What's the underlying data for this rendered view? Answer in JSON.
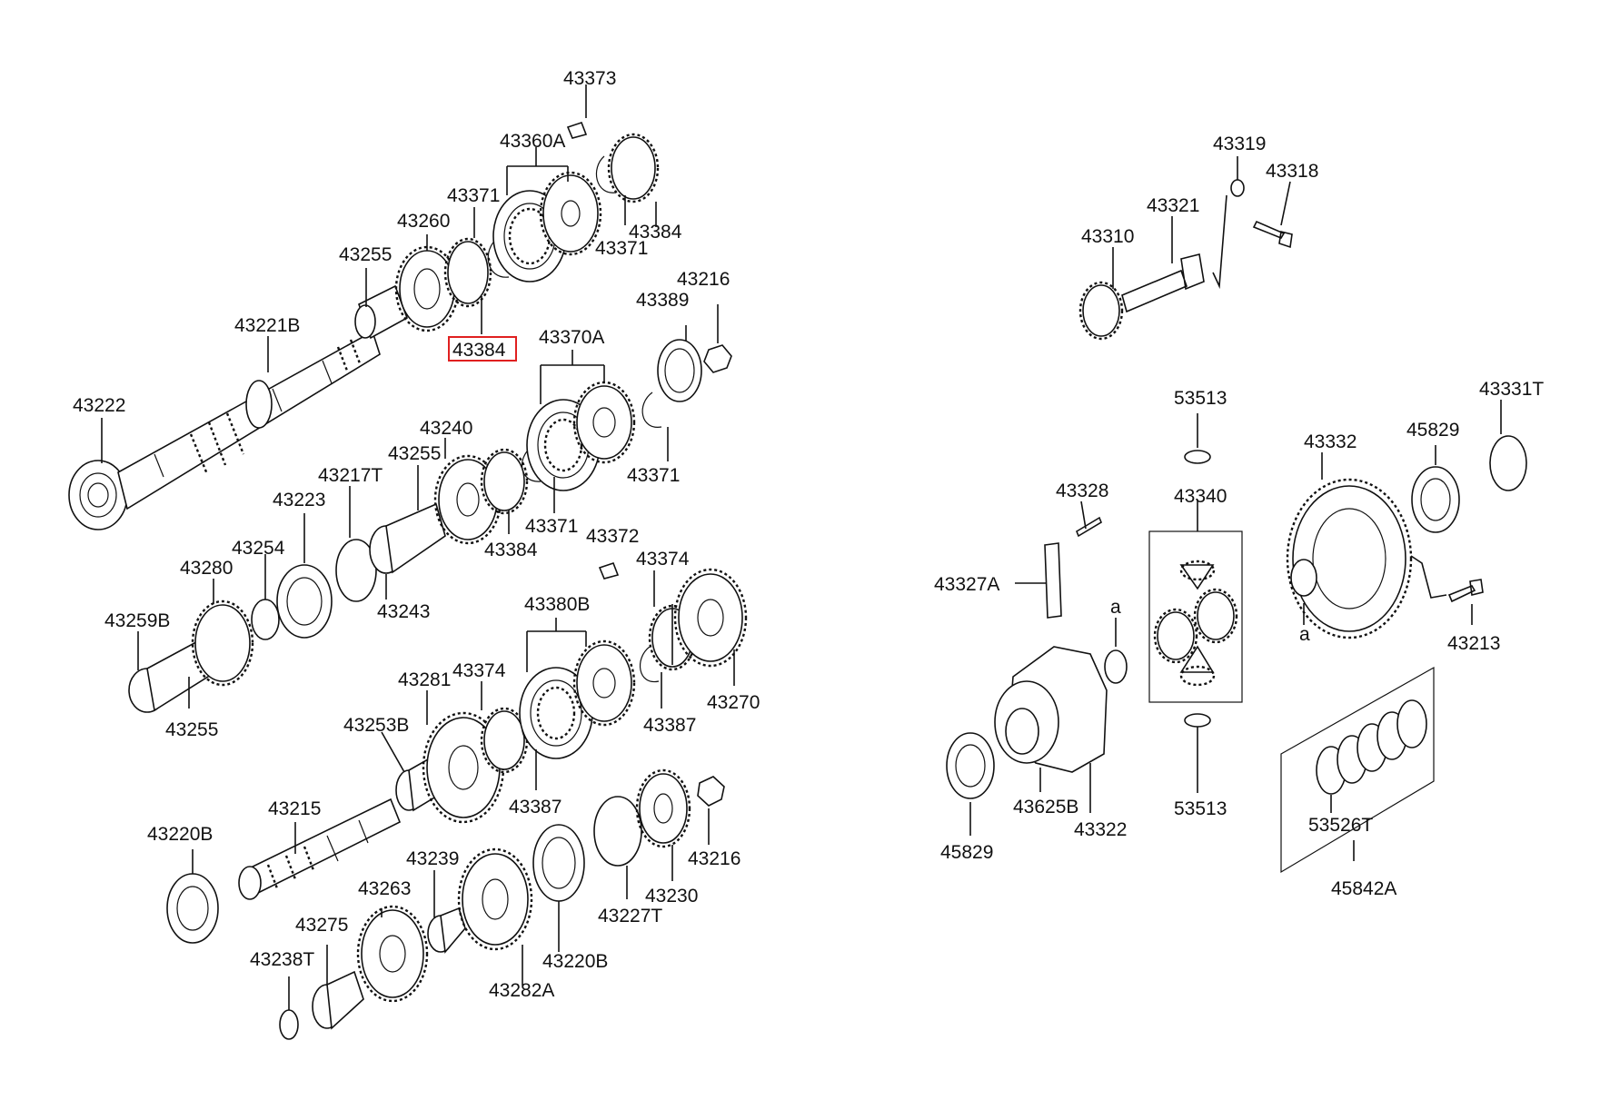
{
  "diagram": {
    "highlight_color": "#e02020",
    "labels": [
      {
        "id": "l43373",
        "text": "43373"
      },
      {
        "id": "l43360A",
        "text": "43360A"
      },
      {
        "id": "l43371a",
        "text": "43371"
      },
      {
        "id": "l43260",
        "text": "43260"
      },
      {
        "id": "l43384a",
        "text": "43384"
      },
      {
        "id": "l43371b",
        "text": "43371"
      },
      {
        "id": "l43255a",
        "text": "43255"
      },
      {
        "id": "l43384sel",
        "text": "43384"
      },
      {
        "id": "l43221B",
        "text": "43221B"
      },
      {
        "id": "l43222",
        "text": "43222"
      },
      {
        "id": "l43216a",
        "text": "43216"
      },
      {
        "id": "l43389",
        "text": "43389"
      },
      {
        "id": "l43370A",
        "text": "43370A"
      },
      {
        "id": "l43240",
        "text": "43240"
      },
      {
        "id": "l43255b",
        "text": "43255"
      },
      {
        "id": "l43217T",
        "text": "43217T"
      },
      {
        "id": "l43223",
        "text": "43223"
      },
      {
        "id": "l43371c",
        "text": "43371"
      },
      {
        "id": "l43371d",
        "text": "43371"
      },
      {
        "id": "l43384b",
        "text": "43384"
      },
      {
        "id": "l43254",
        "text": "43254"
      },
      {
        "id": "l43280",
        "text": "43280"
      },
      {
        "id": "l43243",
        "text": "43243"
      },
      {
        "id": "l43372",
        "text": "43372"
      },
      {
        "id": "l43374a",
        "text": "43374"
      },
      {
        "id": "l43380B",
        "text": "43380B"
      },
      {
        "id": "l43259B",
        "text": "43259B"
      },
      {
        "id": "l43255c",
        "text": "43255"
      },
      {
        "id": "l43281",
        "text": "43281"
      },
      {
        "id": "l43374b",
        "text": "43374"
      },
      {
        "id": "l43270",
        "text": "43270"
      },
      {
        "id": "l43387a",
        "text": "43387"
      },
      {
        "id": "l43253B",
        "text": "43253B"
      },
      {
        "id": "l43387b",
        "text": "43387"
      },
      {
        "id": "l43215",
        "text": "43215"
      },
      {
        "id": "l43220Ba",
        "text": "43220B"
      },
      {
        "id": "l43239",
        "text": "43239"
      },
      {
        "id": "l43216b",
        "text": "43216"
      },
      {
        "id": "l43263",
        "text": "43263"
      },
      {
        "id": "l43230",
        "text": "43230"
      },
      {
        "id": "l43227T",
        "text": "43227T"
      },
      {
        "id": "l43275",
        "text": "43275"
      },
      {
        "id": "l43220Bb",
        "text": "43220B"
      },
      {
        "id": "l43238T",
        "text": "43238T"
      },
      {
        "id": "l43282A",
        "text": "43282A"
      },
      {
        "id": "l43319",
        "text": "43319"
      },
      {
        "id": "l43318",
        "text": "43318"
      },
      {
        "id": "l43321",
        "text": "43321"
      },
      {
        "id": "l43310",
        "text": "43310"
      },
      {
        "id": "l53513a",
        "text": "53513"
      },
      {
        "id": "l43331T",
        "text": "43331T"
      },
      {
        "id": "l43332",
        "text": "43332"
      },
      {
        "id": "l45829a",
        "text": "45829"
      },
      {
        "id": "l43328",
        "text": "43328"
      },
      {
        "id": "l43340",
        "text": "43340"
      },
      {
        "id": "l43327A",
        "text": "43327A"
      },
      {
        "id": "la1",
        "text": "a"
      },
      {
        "id": "la2",
        "text": "a"
      },
      {
        "id": "l43213",
        "text": "43213"
      },
      {
        "id": "l43625B",
        "text": "43625B"
      },
      {
        "id": "l43322",
        "text": "43322"
      },
      {
        "id": "l53513b",
        "text": "53513"
      },
      {
        "id": "l45829b",
        "text": "45829"
      },
      {
        "id": "l53526T",
        "text": "53526T"
      },
      {
        "id": "l45842A",
        "text": "45842A"
      }
    ]
  }
}
